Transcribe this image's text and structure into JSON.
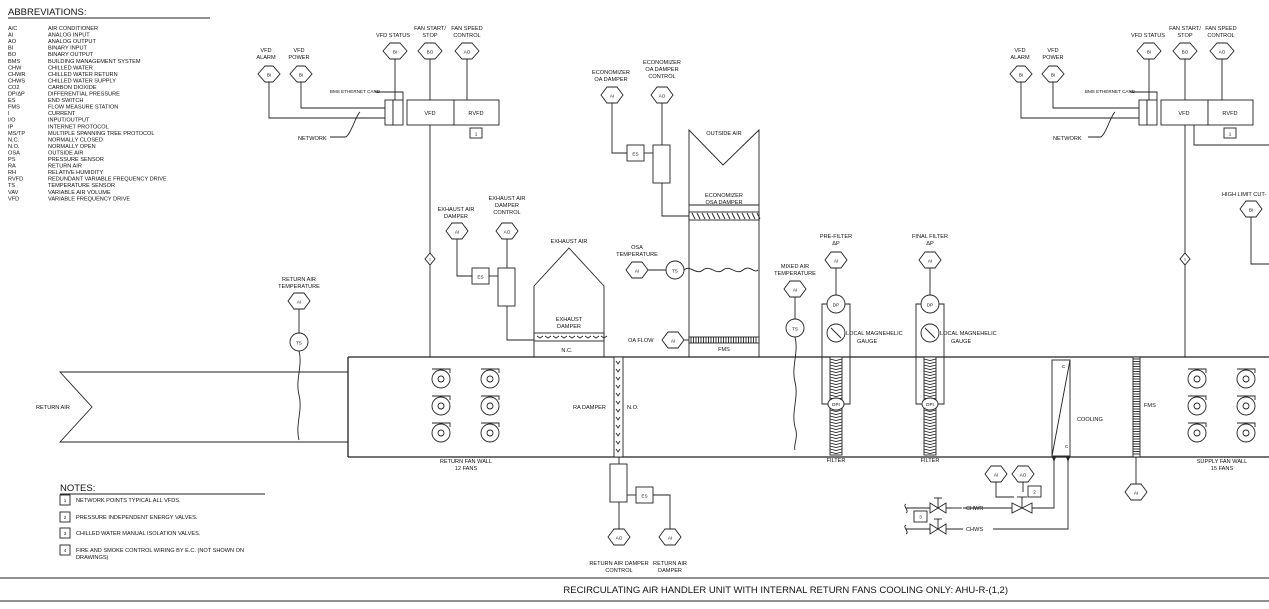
{
  "abbreviations": {
    "title": "ABBREVIATIONS:",
    "items": [
      {
        "code": "A/C",
        "desc": "AIR CONDITIONER"
      },
      {
        "code": "AI",
        "desc": "ANALOG INPUT"
      },
      {
        "code": "AO",
        "desc": "ANALOG OUTPUT"
      },
      {
        "code": "BI",
        "desc": "BINARY INPUT"
      },
      {
        "code": "BO",
        "desc": "BINARY OUTPUT"
      },
      {
        "code": "BMS",
        "desc": "BUILDING MANAGEMENT SYSTEM"
      },
      {
        "code": "CHW",
        "desc": "CHILLED WATER"
      },
      {
        "code": "CHWR",
        "desc": "CHILLED WATER RETURN"
      },
      {
        "code": "CHWS",
        "desc": "CHILLED WATER SUPPLY"
      },
      {
        "code": "CO2",
        "desc": "CARBON DIOXIDE"
      },
      {
        "code": "DP/ΔP",
        "desc": "DIFFERENTIAL PRESSURE"
      },
      {
        "code": "ES",
        "desc": "END SWITCH"
      },
      {
        "code": "FMS",
        "desc": "FLOW MEASURE STATION"
      },
      {
        "code": "I",
        "desc": "CURRENT"
      },
      {
        "code": "I/O",
        "desc": "INPUT/OUTPUT"
      },
      {
        "code": "IP",
        "desc": "INTERNET PROTOCOL"
      },
      {
        "code": "MS/TP",
        "desc": "MULTIPLE SPANNING TREE PROTOCOL"
      },
      {
        "code": "N.C.",
        "desc": "NORMALLY CLOSED"
      },
      {
        "code": "N.O.",
        "desc": "NORMALLY OPEN"
      },
      {
        "code": "OSA",
        "desc": "OUTSIDE AIR"
      },
      {
        "code": "PS",
        "desc": "PRESSURE SENSOR"
      },
      {
        "code": "RA",
        "desc": "RETURN AIR"
      },
      {
        "code": "RH",
        "desc": "RELATIVE HUMIDITY"
      },
      {
        "code": "RVFD",
        "desc": "REDUNDANT VARIABLE FREQUENCY DRIVE"
      },
      {
        "code": "TS",
        "desc": "TEMPERATURE SENSOR"
      },
      {
        "code": "VAV",
        "desc": "VARIABLE AIR VOLUME"
      },
      {
        "code": "VFD",
        "desc": "VARIABLE FREQUENCY DRIVE"
      }
    ]
  },
  "notes": {
    "title": "NOTES:",
    "items": [
      {
        "num": "1",
        "line1": "NETWORK POINTS TYPICAL ALL VFDS.",
        "line2": ""
      },
      {
        "num": "2",
        "line1": "PRESSURE INDEPENDENT ENERGY VALVES.",
        "line2": ""
      },
      {
        "num": "3",
        "line1": "CHILLED WATER MANUAL ISOLATION VALVES.",
        "line2": ""
      },
      {
        "num": "4",
        "line1": "FIRE AND SMOKE CONTROL WIRING BY E.C. (NOT SHOWN ON",
        "line2": "DRAWINGS)"
      }
    ]
  },
  "title_block": "RECIRCULATING AIR HANDLER UNIT WITH INTERNAL RETURN FANS COOLING ONLY: AHU-R-(1,2)",
  "io": {
    "bi": "BI",
    "bo": "BO",
    "ai": "AI",
    "ao": "AO"
  },
  "devices": {
    "vfd": "VFD",
    "rvfd": "RVFD",
    "es": "ES",
    "ts": "TS",
    "dp": "DP",
    "dpi": "DPI",
    "i": "I",
    "c": "C"
  },
  "callouts": {
    "vfd_alarm": [
      "VFD",
      "ALARM"
    ],
    "vfd_power": [
      "VFD",
      "POWER"
    ],
    "vfd_status": "VFD STATUS",
    "fan_start_stop": [
      "FAN START/",
      "STOP"
    ],
    "fan_speed_control": [
      "FAN SPEED",
      "CONTROL"
    ],
    "bms_ethernet_card": "BMS ETHERNET CARD",
    "network": "NETWORK",
    "economizer_oa_damper": [
      "ECONOMIZER",
      "OA DAMPER"
    ],
    "economizer_oa_damper_control": [
      "ECONOMIZER",
      "OA DAMPER",
      "CONTROL"
    ],
    "outside_air": "OUTSIDE AIR",
    "economizer_osa_damper": [
      "ECONOMIZER",
      "OSA DAMPER"
    ],
    "exhaust_air_damper": [
      "EXHAUST AIR",
      "DAMPER"
    ],
    "exhaust_air_damper_control": [
      "EXHAUST AIR",
      "DAMPER",
      "CONTROL"
    ],
    "exhaust_air": "EXHAUST AIR",
    "osa_temperature": [
      "OSA",
      "TEMPERATURE"
    ],
    "exhaust_damper": [
      "EXHAUST",
      "DAMPER"
    ],
    "nc": "N.C.",
    "no": "N.O.",
    "oa_flow": "OA FLOW",
    "fms": "FMS",
    "mixed_air_temperature": [
      "MIXED AIR",
      "TEMPERATURE"
    ],
    "pre_filter": [
      "PRE-FILTER",
      "ΔP"
    ],
    "final_filter": [
      "FINAL FILTER",
      "ΔP"
    ],
    "local_magnehelic_gauge": [
      "LOCAL MAGNEHELIC",
      "GAUGE"
    ],
    "return_air_temperature": [
      "RETURN AIR",
      "TEMPERATURE"
    ],
    "return_air": "RETURN AIR",
    "ra_damper": "RA DAMPER",
    "return_fan_wall": [
      "RETURN FAN WALL",
      "12 FANS"
    ],
    "supply_fan_wall": [
      "SUPPLY FAN WALL",
      "15 FANS"
    ],
    "filter": "FILTER",
    "cooling": "COOLING",
    "chwr": "CHWR",
    "chws": "CHWS",
    "return_air_damper_control": [
      "RETURN AIR DAMPER",
      "CONTROL"
    ],
    "return_air_damper": [
      "RETURN AIR",
      "DAMPER"
    ],
    "high_limit_cut": "HIGH LIMIT CUT-",
    "note_ref_1": "1",
    "note_ref_2": "2",
    "note_ref_3": "3"
  }
}
